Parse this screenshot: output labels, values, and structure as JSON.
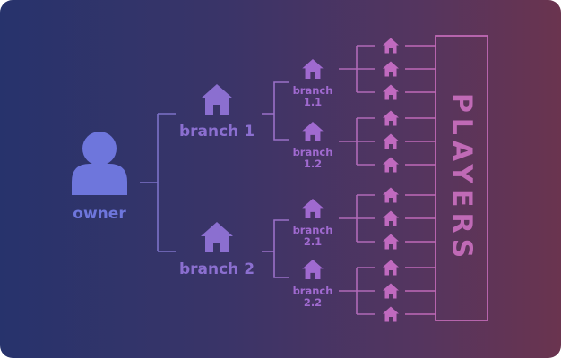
{
  "owner": {
    "label": "owner",
    "color": "#6e76dc"
  },
  "branches": [
    {
      "label": "branch 1",
      "color": "#8b6fd0"
    },
    {
      "label": "branch 2",
      "color": "#8b6fd0"
    }
  ],
  "subbranches": [
    {
      "label_line1": "branch",
      "label_line2": "1.1"
    },
    {
      "label_line1": "branch",
      "label_line2": "1.2"
    },
    {
      "label_line1": "branch",
      "label_line2": "2.1"
    },
    {
      "label_line1": "branch",
      "label_line2": "2.2"
    }
  ],
  "players": {
    "label": "PLAYERS",
    "color": "#c06ab6"
  },
  "colors": {
    "line_left": "#7d72c8",
    "line_right": "#b86ab8",
    "sub_house": "#a06ad0",
    "leaf_house": "#c06abf"
  }
}
